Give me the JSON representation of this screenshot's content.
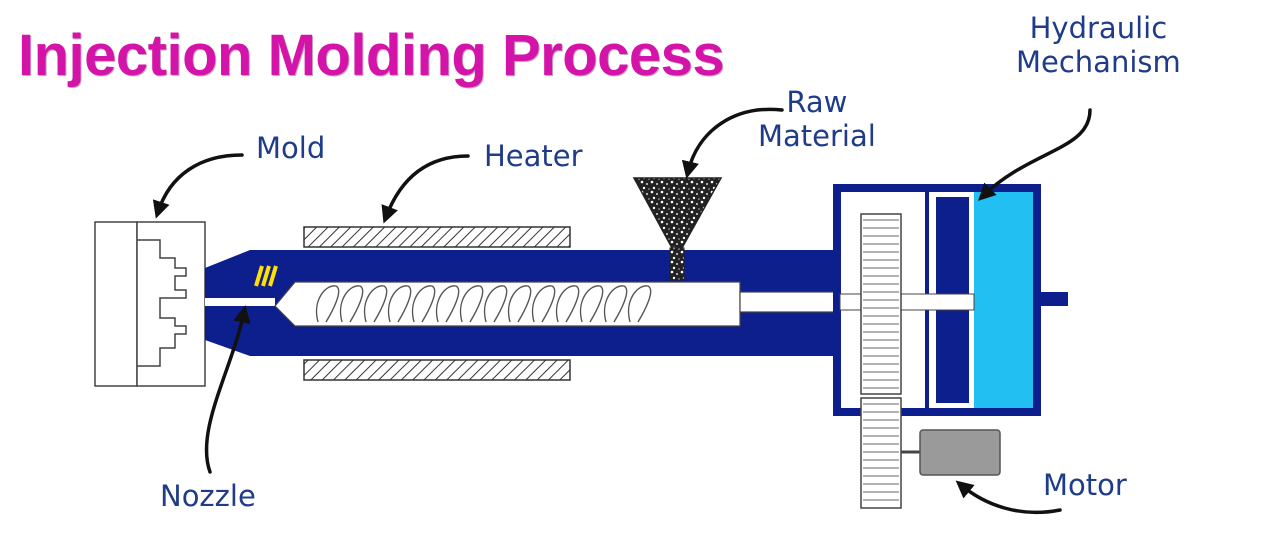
{
  "title": "Injection Molding Process",
  "labels": {
    "mold": "Mold",
    "heater": "Heater",
    "raw_material_line1": "Raw",
    "raw_material_line2": "Material",
    "hydraulic_line1": "Hydraulic",
    "hydraulic_line2": "Mechanism",
    "nozzle": "Nozzle",
    "motor": "Motor"
  },
  "colors": {
    "title": "#d414a8",
    "label": "#1f3c88",
    "barrel": "#0d1f8c",
    "hydraulic_chamber": "#22bff2",
    "piston": "#0d1f8c",
    "nozzle_mark": "#ffe000",
    "motor": "#9a9a9a",
    "arrow": "#111111"
  }
}
